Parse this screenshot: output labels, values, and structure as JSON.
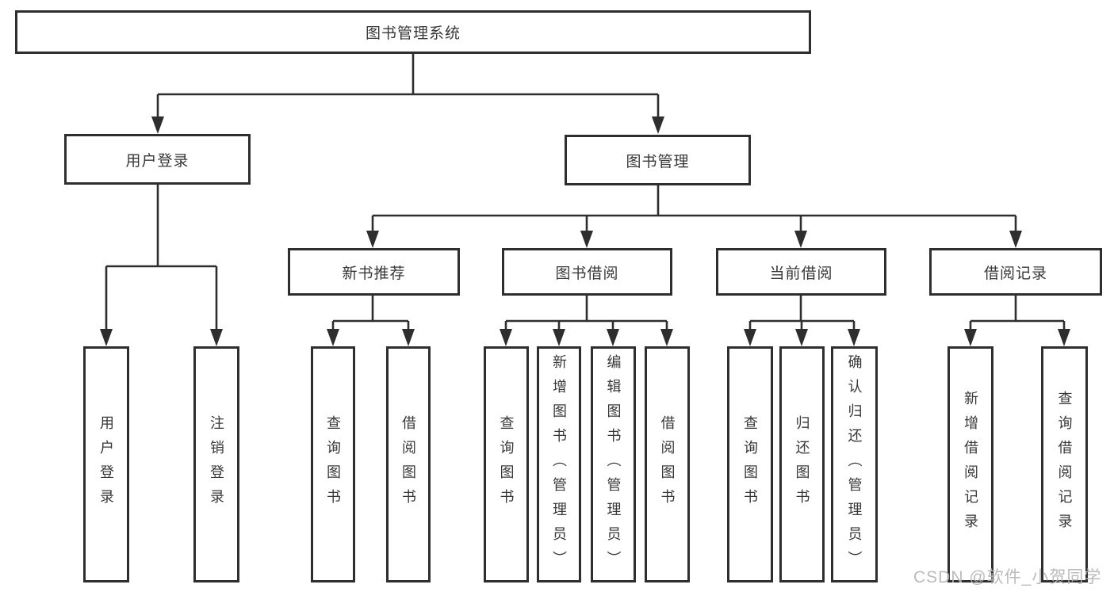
{
  "tree": {
    "root": "图书管理系统",
    "level2": [
      "用户登录",
      "图书管理"
    ],
    "level3": [
      "新书推荐",
      "图书借阅",
      "当前借阅",
      "借阅记录"
    ],
    "leaf_groups": [
      [
        "用户登录",
        "注销登录"
      ],
      [
        "查询图书",
        "借阅图书"
      ],
      [
        "查询图书",
        "新增图书（管理员）",
        "编辑图书（管理员）",
        "借阅图书"
      ],
      [
        "查询图书",
        "归还图书",
        "确认归还（管理员）"
      ],
      [
        "新增借阅记录",
        "查询借阅记录"
      ]
    ]
  },
  "watermark": "CSDN @软件_小贺同学",
  "colors": {
    "line": "#2e2e2e",
    "box_border": "#2e2e2e",
    "text": "#383838",
    "watermark": "#b5b5b5",
    "background": "#ffffff"
  }
}
